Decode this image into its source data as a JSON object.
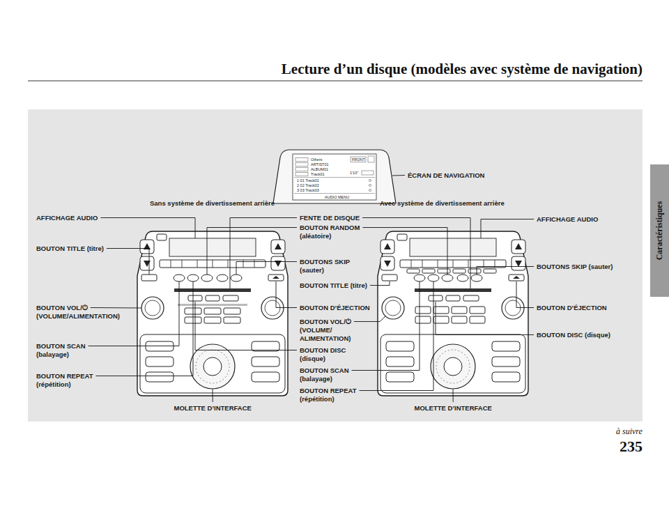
{
  "diagram": {
    "title": "Lecture d’un disque (modèles avec système de navigation)",
    "labels": [
      "Sans système de divertissement arrière",
      "Avec système de divertissement arrière",
      "ÉCRAN DE NAVIGATION",
      "AFFICHAGE AUDIO",
      "BOUTON TITLE (titre)",
      "BOUTON VOL/⏻ (VOLUME/ALIMENTATION)",
      "BOUTON SCAN (balayage)",
      "BOUTON REPEAT (répétition)",
      "FENTE DE DISQUE",
      "BOUTON RANDOM (aléatoire)",
      "BOUTONS SKIP (sauter)",
      "BOUTON TITLE (titre)",
      "BOUTON D’ÉJECTION",
      "BOUTON VOL/⏻ (VOLUME/ ALIMENTATION)",
      "BOUTON DISC (disque)",
      "BOUTON SCAN (balayage)",
      "BOUTON REPEAT (répétition)",
      "MOLETTE D’INTERFACE",
      "MOLETTE D’INTERFACE",
      "AFFICHAGE AUDIO",
      "BOUTONS SKIP (sauter)",
      "BOUTON D’ÉJECTION",
      "BOUTON DISC (disque)",
      "Caractéristiques",
      "à suivre",
      "235",
      "Others",
      "ARTIST01",
      "ALBUM01",
      "Track01",
      "FRONT",
      "1'10\"",
      "1 01 Track01",
      "2 02 Track02",
      "3 03 Track03",
      "AUDIO MENU"
    ]
  }
}
